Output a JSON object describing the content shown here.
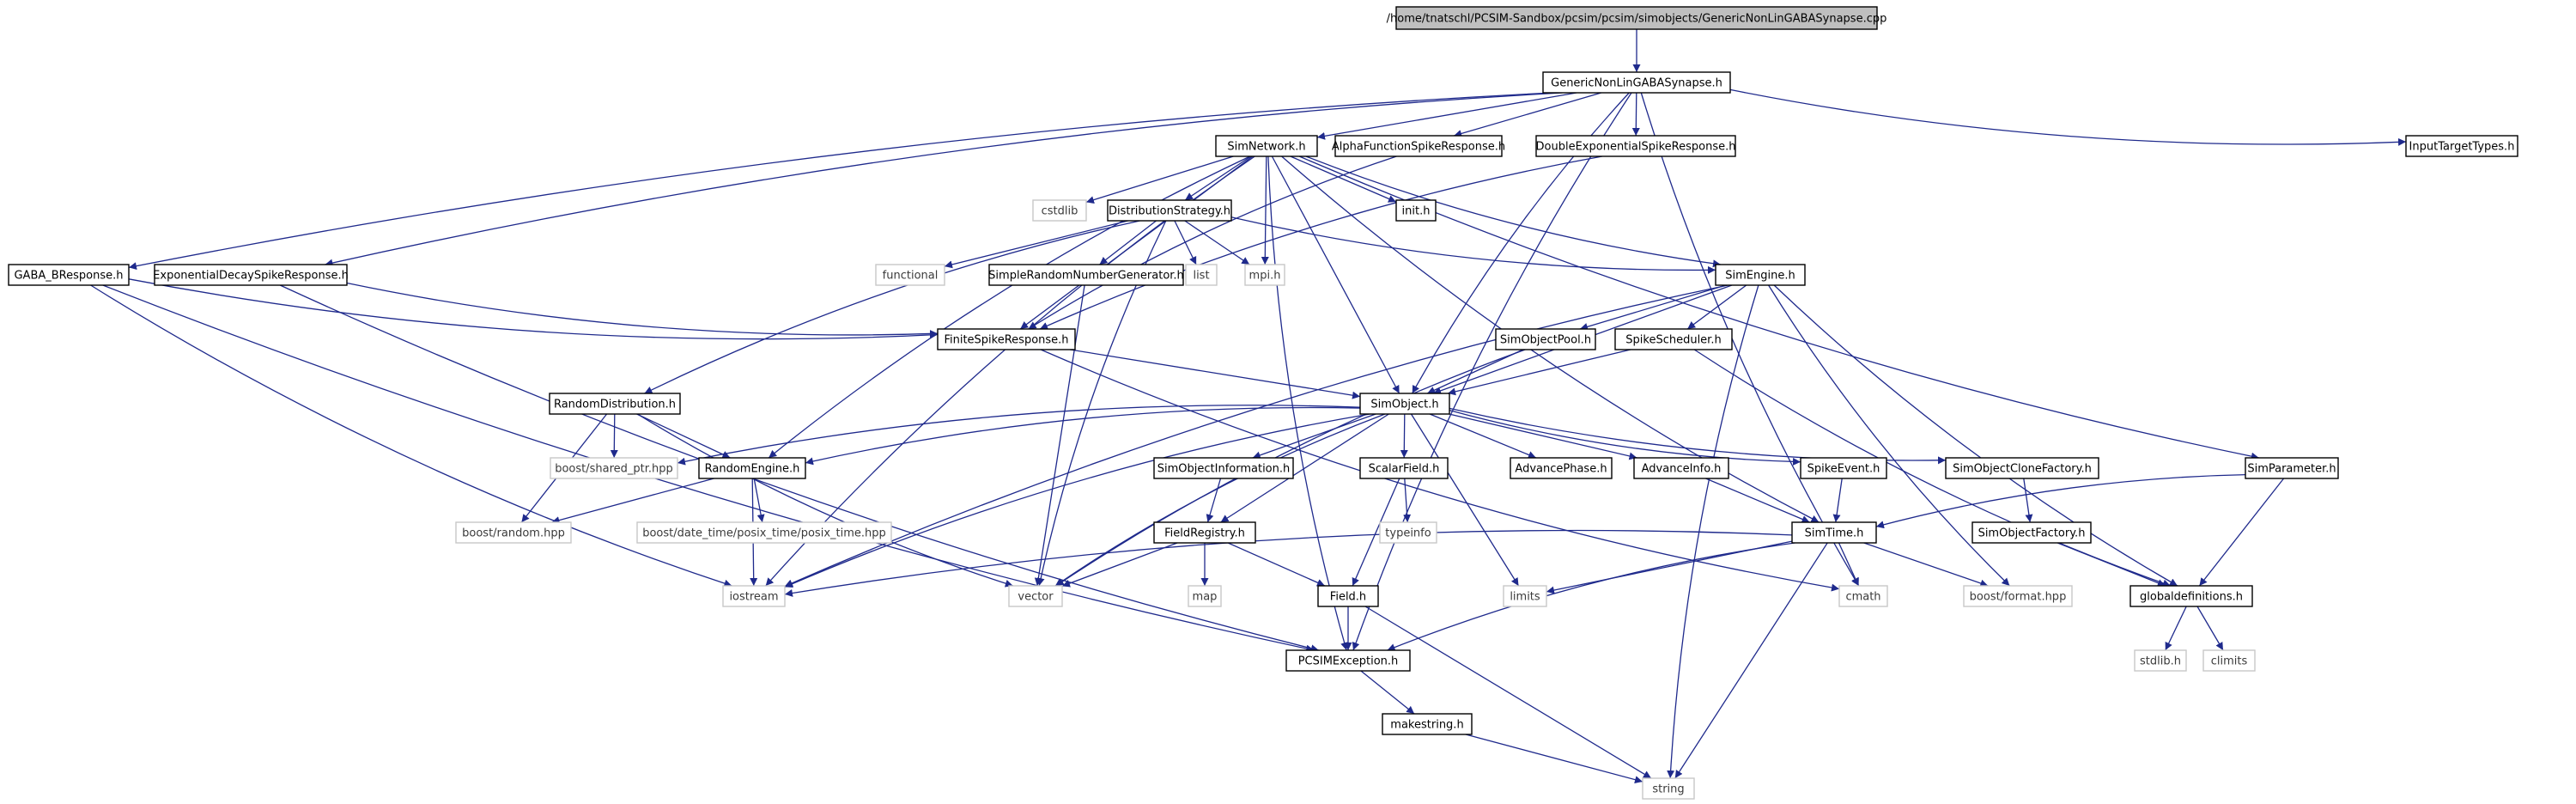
{
  "colors": {
    "edge": "#1f2a8c",
    "node_border": "#000000",
    "node_border_external": "#c8c8c8",
    "root_fill": "#bfbfbf",
    "node_fill": "#ffffff",
    "text": "#000000",
    "text_external": "#3a3a3a"
  },
  "nodes": [
    {
      "id": "root",
      "label": "/home/tnatschl/PCSIM-Sandbox/pcsim/pcsim/simobjects/GenericNonLinGABASynapse.cpp",
      "kind": "root"
    },
    {
      "id": "gnlg",
      "label": "GenericNonLinGABASynapse.h",
      "kind": "header"
    },
    {
      "id": "simnet",
      "label": "SimNetwork.h",
      "kind": "header"
    },
    {
      "id": "alpha",
      "label": "AlphaFunctionSpikeResponse.h",
      "kind": "header"
    },
    {
      "id": "dexp",
      "label": "DoubleExponentialSpikeResponse.h",
      "kind": "header"
    },
    {
      "id": "input",
      "label": "InputTargetTypes.h",
      "kind": "header"
    },
    {
      "id": "cstdlib",
      "label": "cstdlib",
      "kind": "external"
    },
    {
      "id": "diststrat",
      "label": "DistributionStrategy.h",
      "kind": "header"
    },
    {
      "id": "init",
      "label": "init.h",
      "kind": "header"
    },
    {
      "id": "gabab",
      "label": "GABA_BResponse.h",
      "kind": "header"
    },
    {
      "id": "expdecay",
      "label": "ExponentialDecaySpikeResponse.h",
      "kind": "header"
    },
    {
      "id": "functional",
      "label": "functional",
      "kind": "external"
    },
    {
      "id": "simplerng",
      "label": "SimpleRandomNumberGenerator.h",
      "kind": "header"
    },
    {
      "id": "list",
      "label": "list",
      "kind": "external"
    },
    {
      "id": "mpi",
      "label": "mpi.h",
      "kind": "external"
    },
    {
      "id": "simengine",
      "label": "SimEngine.h",
      "kind": "header"
    },
    {
      "id": "finite",
      "label": "FiniteSpikeResponse.h",
      "kind": "header"
    },
    {
      "id": "simobjpool",
      "label": "SimObjectPool.h",
      "kind": "header"
    },
    {
      "id": "spikesched",
      "label": "SpikeScheduler.h",
      "kind": "header"
    },
    {
      "id": "randdist",
      "label": "RandomDistribution.h",
      "kind": "header"
    },
    {
      "id": "simobject",
      "label": "SimObject.h",
      "kind": "header"
    },
    {
      "id": "sharedptr",
      "label": "boost/shared_ptr.hpp",
      "kind": "external"
    },
    {
      "id": "randeng",
      "label": "RandomEngine.h",
      "kind": "header"
    },
    {
      "id": "simobjinfo",
      "label": "SimObjectInformation.h",
      "kind": "header"
    },
    {
      "id": "scalarfield",
      "label": "ScalarField.h",
      "kind": "header"
    },
    {
      "id": "advphase",
      "label": "AdvancePhase.h",
      "kind": "header"
    },
    {
      "id": "advinfo",
      "label": "AdvanceInfo.h",
      "kind": "header"
    },
    {
      "id": "spikeevent",
      "label": "SpikeEvent.h",
      "kind": "header"
    },
    {
      "id": "clonefact",
      "label": "SimObjectCloneFactory.h",
      "kind": "header"
    },
    {
      "id": "simparam",
      "label": "SimParameter.h",
      "kind": "header"
    },
    {
      "id": "boostrandom",
      "label": "boost/random.hpp",
      "kind": "external"
    },
    {
      "id": "posixtime",
      "label": "boost/date_time/posix_time/posix_time.hpp",
      "kind": "external"
    },
    {
      "id": "fieldreg",
      "label": "FieldRegistry.h",
      "kind": "header"
    },
    {
      "id": "typeinfo",
      "label": "typeinfo",
      "kind": "external"
    },
    {
      "id": "simtime",
      "label": "SimTime.h",
      "kind": "header"
    },
    {
      "id": "simobjfact",
      "label": "SimObjectFactory.h",
      "kind": "header"
    },
    {
      "id": "iostream",
      "label": "iostream",
      "kind": "external"
    },
    {
      "id": "vector",
      "label": "vector",
      "kind": "external"
    },
    {
      "id": "map",
      "label": "map",
      "kind": "external"
    },
    {
      "id": "field",
      "label": "Field.h",
      "kind": "header"
    },
    {
      "id": "limits",
      "label": "limits",
      "kind": "external"
    },
    {
      "id": "cmath",
      "label": "cmath",
      "kind": "external"
    },
    {
      "id": "boostformat",
      "label": "boost/format.hpp",
      "kind": "external"
    },
    {
      "id": "globaldefs",
      "label": "globaldefinitions.h",
      "kind": "header"
    },
    {
      "id": "pcsimexc",
      "label": "PCSIMException.h",
      "kind": "header"
    },
    {
      "id": "stdlib",
      "label": "stdlib.h",
      "kind": "external"
    },
    {
      "id": "climits",
      "label": "climits",
      "kind": "external"
    },
    {
      "id": "makestring",
      "label": "makestring.h",
      "kind": "header"
    },
    {
      "id": "string",
      "label": "string",
      "kind": "external"
    }
  ],
  "edges": [
    [
      "root",
      "gnlg"
    ],
    [
      "gnlg",
      "simnet"
    ],
    [
      "gnlg",
      "alpha"
    ],
    [
      "gnlg",
      "dexp"
    ],
    [
      "gnlg",
      "input"
    ],
    [
      "gnlg",
      "gabab"
    ],
    [
      "gnlg",
      "expdecay"
    ],
    [
      "gnlg",
      "simobject"
    ],
    [
      "gnlg",
      "cmath"
    ],
    [
      "gnlg",
      "pcsimexc"
    ],
    [
      "simnet",
      "cstdlib"
    ],
    [
      "simnet",
      "diststrat"
    ],
    [
      "simnet",
      "init"
    ],
    [
      "simnet",
      "mpi"
    ],
    [
      "simnet",
      "simengine"
    ],
    [
      "simnet",
      "finite"
    ],
    [
      "simnet",
      "randeng"
    ],
    [
      "simnet",
      "simobject"
    ],
    [
      "simnet",
      "simtime"
    ],
    [
      "simnet",
      "simparam"
    ],
    [
      "simnet",
      "iostream"
    ],
    [
      "simnet",
      "pcsimexc"
    ],
    [
      "alpha",
      "finite"
    ],
    [
      "dexp",
      "finite"
    ],
    [
      "diststrat",
      "functional"
    ],
    [
      "diststrat",
      "simplerng"
    ],
    [
      "diststrat",
      "list"
    ],
    [
      "diststrat",
      "mpi"
    ],
    [
      "diststrat",
      "simengine"
    ],
    [
      "diststrat",
      "randdist"
    ],
    [
      "diststrat",
      "vector"
    ],
    [
      "gabab",
      "finite"
    ],
    [
      "gabab",
      "iostream"
    ],
    [
      "gabab",
      "pcsimexc"
    ],
    [
      "expdecay",
      "finite"
    ],
    [
      "expdecay",
      "pcsimexc"
    ],
    [
      "simplerng",
      "vector"
    ],
    [
      "simengine",
      "simobjpool"
    ],
    [
      "simengine",
      "spikesched"
    ],
    [
      "simengine",
      "simobject"
    ],
    [
      "simengine",
      "globaldefs"
    ],
    [
      "simengine",
      "boostformat"
    ],
    [
      "simengine",
      "iostream"
    ],
    [
      "simengine",
      "string"
    ],
    [
      "finite",
      "simobject"
    ],
    [
      "finite",
      "cmath"
    ],
    [
      "simobjpool",
      "simobject"
    ],
    [
      "simobjpool",
      "vector"
    ],
    [
      "spikesched",
      "simobject"
    ],
    [
      "spikesched",
      "globaldefs"
    ],
    [
      "randdist",
      "randeng"
    ],
    [
      "randdist",
      "sharedptr"
    ],
    [
      "randdist",
      "boostrandom"
    ],
    [
      "randdist",
      "vector"
    ],
    [
      "simobject",
      "sharedptr"
    ],
    [
      "simobject",
      "randeng"
    ],
    [
      "simobject",
      "simobjinfo"
    ],
    [
      "simobject",
      "scalarfield"
    ],
    [
      "simobject",
      "advphase"
    ],
    [
      "simobject",
      "advinfo"
    ],
    [
      "simobject",
      "spikeevent"
    ],
    [
      "simobject",
      "clonefact"
    ],
    [
      "simobject",
      "fieldreg"
    ],
    [
      "simobject",
      "iostream"
    ],
    [
      "simobject",
      "vector"
    ],
    [
      "simobject",
      "limits"
    ],
    [
      "randeng",
      "boostrandom"
    ],
    [
      "randeng",
      "posixtime"
    ],
    [
      "randeng",
      "iostream"
    ],
    [
      "simobjinfo",
      "fieldreg"
    ],
    [
      "scalarfield",
      "typeinfo"
    ],
    [
      "scalarfield",
      "field"
    ],
    [
      "advinfo",
      "simtime"
    ],
    [
      "spikeevent",
      "simtime"
    ],
    [
      "clonefact",
      "simobjfact"
    ],
    [
      "simparam",
      "simtime"
    ],
    [
      "simparam",
      "globaldefs"
    ],
    [
      "fieldreg",
      "vector"
    ],
    [
      "fieldreg",
      "map"
    ],
    [
      "fieldreg",
      "field"
    ],
    [
      "simtime",
      "iostream"
    ],
    [
      "simtime",
      "limits"
    ],
    [
      "simtime",
      "cmath"
    ],
    [
      "simtime",
      "boostformat"
    ],
    [
      "simtime",
      "pcsimexc"
    ],
    [
      "simtime",
      "string"
    ],
    [
      "simobjfact",
      "globaldefs"
    ],
    [
      "field",
      "pcsimexc"
    ],
    [
      "field",
      "string"
    ],
    [
      "globaldefs",
      "stdlib"
    ],
    [
      "globaldefs",
      "climits"
    ],
    [
      "pcsimexc",
      "makestring"
    ],
    [
      "makestring",
      "string"
    ]
  ]
}
